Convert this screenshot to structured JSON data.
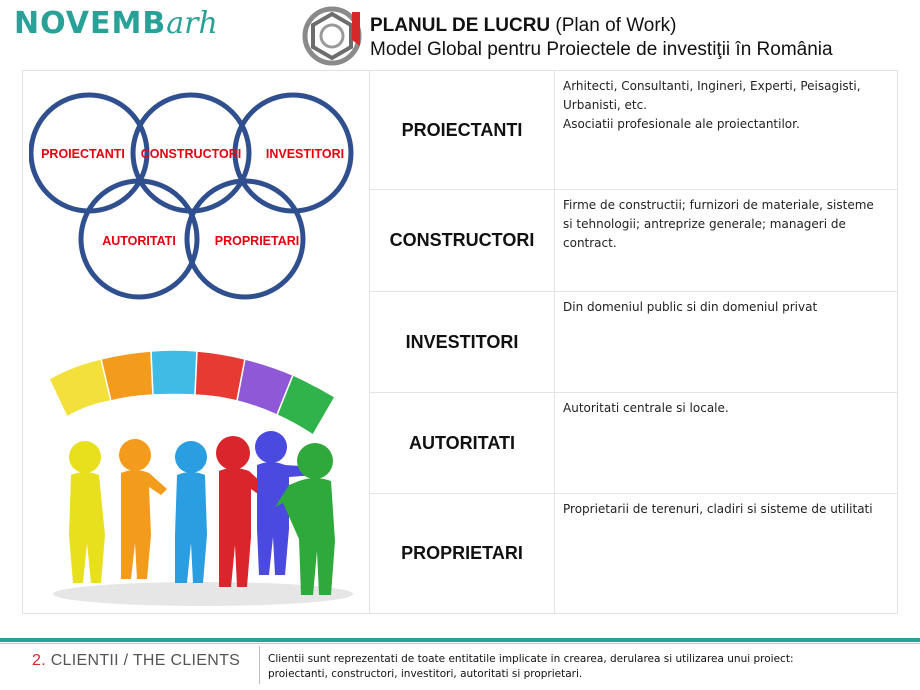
{
  "header": {
    "logo_main": "NOVEMB",
    "logo_script": "arh",
    "title_bold": "PLANUL DE LUCRU",
    "title_rest": " (Plan of Work)",
    "subtitle": "Model Global pentru Proiectele de investiţii în România"
  },
  "venn": {
    "labels": [
      "PROIECTANTI",
      "CONSTRUCTORI",
      "INVESTITORI",
      "AUTORITATI",
      "PROPRIETARI"
    ],
    "ring_color": "#2f4f8f",
    "label_color": "#e3000f"
  },
  "illustration": {
    "icon": "puzzle-team-icon",
    "puzzle_colors": [
      "#f4e03a",
      "#f39b1c",
      "#3fbbe6",
      "#e63a32",
      "#8e58d6",
      "#2fb34a"
    ],
    "people_colors": [
      "#e8e01c",
      "#f39b1c",
      "#2a9ee0",
      "#d9252b",
      "#4a4ae0",
      "#2fa83c"
    ]
  },
  "table": {
    "rows": [
      {
        "name": "PROIECTANTI",
        "desc_lines": [
          "Arhitecti, Consultanti, Ingineri, Experti, Peisagisti,",
          "Urbanisti, etc.",
          "Asociatii profesionale ale proiectantilor."
        ]
      },
      {
        "name": "CONSTRUCTORI",
        "desc_lines": [
          "Firme de constructii; furnizori de materiale, sisteme",
          "si tehnologii; antreprize generale; manageri de",
          "contract."
        ]
      },
      {
        "name": "INVESTITORI",
        "desc_lines": [
          "Din domeniul public si din domeniul privat"
        ]
      },
      {
        "name": "AUTORITATI",
        "desc_lines": [
          "Autoritati centrale si locale."
        ]
      },
      {
        "name": "PROPRIETARI",
        "desc_lines": [
          "Proprietarii de terenuri, cladiri si sisteme de utilitati"
        ]
      }
    ]
  },
  "footer": {
    "section_number": "2.",
    "section_title": " CLIENTII / THE CLIENTS",
    "text_line1": "Clientii sunt reprezentati de toate entitatile implicate in crearea, derularea si utilizarea unui proiect:",
    "text_line2": "proiectanti, constructori, investitori, autoritati si proprietari."
  },
  "colors": {
    "brand": "#2aa198",
    "accent_red": "#d62828"
  }
}
